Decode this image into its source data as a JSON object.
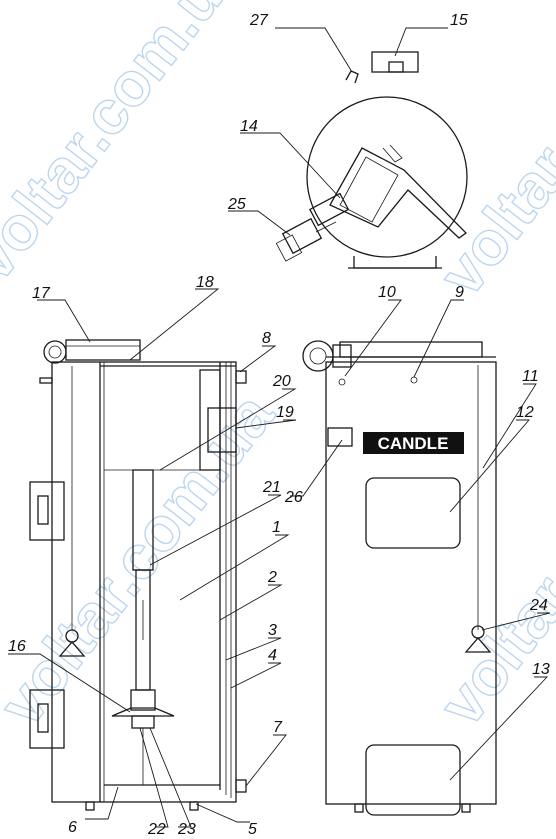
{
  "badge": "CANDLE",
  "watermark": "voltar.com.ua",
  "callouts": {
    "c1": "1",
    "c2": "2",
    "c3": "3",
    "c4": "4",
    "c5": "5",
    "c6": "6",
    "c7": "7",
    "c8": "8",
    "c9": "9",
    "c10": "10",
    "c11": "11",
    "c12": "12",
    "c13": "13",
    "c14": "14",
    "c15": "15",
    "c16": "16",
    "c17": "17",
    "c18": "18",
    "c19": "19",
    "c20": "20",
    "c21": "21",
    "c22": "22",
    "c23": "23",
    "c24": "24",
    "c25": "25",
    "c26": "26",
    "c27": "27"
  }
}
